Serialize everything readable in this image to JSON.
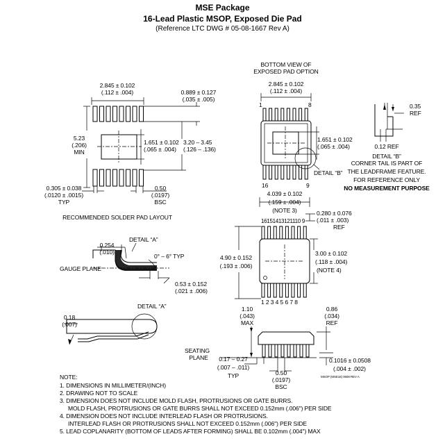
{
  "header": {
    "title": "MSE Package",
    "subtitle": "16-Lead Plastic MSOP, Exposed Die Pad",
    "reference": "(Reference LTC DWG # 05-08-1667 Rev A)"
  },
  "pad_layout": {
    "dim_width": "2.845 ± 0.102",
    "dim_width_in": "(.112 ± .004)",
    "dim_lead_w": "0.889 ± 0.127",
    "dim_lead_w_in": "(.035 ± .005)",
    "dim_height": "5.23",
    "dim_height_in": "(.206)",
    "dim_height_min": "MIN",
    "dim_pad": "1.651 ± 0.102",
    "dim_pad_in": "(.065 ± .004)",
    "dim_span": "3.20 – 3.45",
    "dim_span_in": "(.126 – .136)",
    "dim_pitch_w": "0.305 ± 0.038",
    "dim_pitch_w_in": "(.0120 ± .0015)",
    "dim_pitch_w_typ": "TYP",
    "dim_pitch": "0.50",
    "dim_pitch_in": "(.0197)",
    "dim_pitch_bsc": "BSC",
    "caption": "RECOMMENDED SOLDER PAD LAYOUT"
  },
  "bottom_view": {
    "title1": "BOTTOM VIEW OF",
    "title2": "EXPOSED PAD OPTION",
    "dim_w": "2.845 ± 0.102",
    "dim_w_in": "(.112 ± .004)",
    "pin1": "1",
    "pin8": "8",
    "pin16": "16",
    "pin9": "9",
    "dim_pad": "1.651 ± 0.102",
    "dim_pad_in": "(.065 ± .004)",
    "detail_b": "DETAIL “B”"
  },
  "detail_b_view": {
    "dim_035": "0.35",
    "ref": "REF",
    "dim_012": "0.12 REF",
    "note1": "DETAIL “B”",
    "note2": "CORNER TAIL IS PART OF",
    "note3": "THE LEADFRAME FEATURE.",
    "note4": "FOR REFERENCE ONLY",
    "note5": "NO MEASUREMENT PURPOSE"
  },
  "top_view": {
    "dim_w": "4.039 ± 0.102",
    "dim_w_in": "(.159 ± .004)",
    "dim_w_note": "(NOTE 3)",
    "dim_lead": "0.280 ± 0.076",
    "dim_lead_in": "(.011 ± .003)",
    "dim_lead_ref": "REF",
    "pins_top": "16151413121110 9",
    "pins_bottom": "1 2 3 4 5 6 7 8",
    "dim_h": "4.90 ± 0.152",
    "dim_h_in": "(.193 ± .006)",
    "dim_body": "3.00 ± 0.102",
    "dim_body_in": "(.118 ± .004)",
    "dim_body_note": "(NOTE 4)"
  },
  "gauge_detail": {
    "dim_0254": "0.254",
    "dim_0254_in": "(.010)",
    "detail_a": "DETAIL “A”",
    "angle": "0° – 6° TYP",
    "gauge_plane": "GAUGE PLANE",
    "dim_053": "0.53 ± 0.152",
    "dim_053_in": "(.021 ± .006)"
  },
  "side_detail": {
    "detail_a": "DETAIL “A”",
    "dim_018": "0.18",
    "dim_018_in": "(.007)"
  },
  "side_view": {
    "dim_110": "1.10",
    "dim_110_in": "(.043)",
    "dim_110_max": "MAX",
    "dim_086": "0.86",
    "dim_086_in": "(.034)",
    "dim_086_ref": "REF",
    "seating1": "SEATING",
    "seating2": "PLANE",
    "dim_017": "0.17 – 0.27",
    "dim_017_in": "(.007 – .011)",
    "dim_017_typ": "TYP",
    "dim_050": "0.50",
    "dim_050_in": "(.0197)",
    "dim_050_bsc": "BSC",
    "dim_01016": "0.1016 ± 0.0508",
    "dim_01016_in": "(.004 ± .002)",
    "drawing_id": "MSOP (MSE16) 0608 REV A"
  },
  "notes": {
    "heading": "NOTE:",
    "n1": "1. DIMENSIONS IN MILLIMETER/(INCH)",
    "n2": "2. DRAWING NOT TO SCALE",
    "n3a": "3. DIMENSION DOES NOT INCLUDE MOLD FLASH, PROTRUSIONS OR GATE BURRS.",
    "n3b": "MOLD FLASH, PROTRUSIONS OR GATE BURRS SHALL NOT EXCEED 0.152mm (.006\") PER SIDE",
    "n4a": "4. DIMENSION DOES NOT INCLUDE INTERLEAD FLASH OR PROTRUSIONS.",
    "n4b": "INTERLEAD FLASH OR PROTRUSIONS SHALL NOT EXCEED 0.152mm (.006\") PER SIDE",
    "n5": "5. LEAD COPLANARITY (BOTTOM OF LEADS AFTER FORMING) SHALL BE 0.102mm (.004\") MAX"
  }
}
